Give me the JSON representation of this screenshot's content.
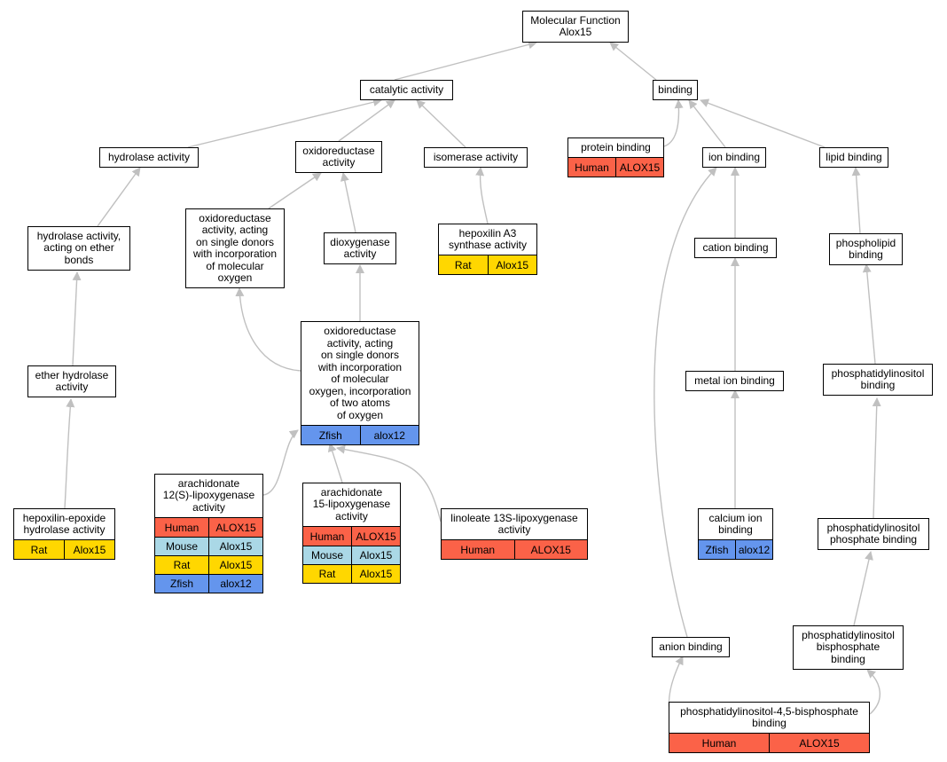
{
  "colors": {
    "Human": "#fb6248",
    "Mouse": "#aad8e6",
    "Rat": "#ffd700",
    "Zfish": "#6495ed",
    "edge": "#c0c0c0"
  },
  "nodes": {
    "mf": {
      "label": "Molecular Function\nAlox15",
      "annotations": []
    },
    "catalytic": {
      "label": "catalytic activity",
      "annotations": []
    },
    "binding": {
      "label": "binding",
      "annotations": []
    },
    "hydrolase": {
      "label": "hydrolase activity",
      "annotations": []
    },
    "oxidoreductase": {
      "label": "oxidoreductase\nactivity",
      "annotations": []
    },
    "isomerase": {
      "label": "isomerase activity",
      "annotations": []
    },
    "protein_binding": {
      "label": "protein binding",
      "annotations": [
        {
          "species": "Human",
          "gene": "ALOX15"
        }
      ]
    },
    "ion_binding": {
      "label": "ion binding",
      "annotations": []
    },
    "lipid_binding": {
      "label": "lipid binding",
      "annotations": []
    },
    "hydrolase_ether": {
      "label": "hydrolase activity,\nacting on ether\nbonds",
      "annotations": []
    },
    "oxido_single": {
      "label": "oxidoreductase\nactivity, acting\non single donors\nwith incorporation\nof molecular\noxygen",
      "annotations": []
    },
    "dioxygenase": {
      "label": "dioxygenase\nactivity",
      "annotations": []
    },
    "hepoxilin_a3": {
      "label": "hepoxilin A3\nsynthase activity",
      "annotations": [
        {
          "species": "Rat",
          "gene": "Alox15"
        }
      ]
    },
    "cation_binding": {
      "label": "cation binding",
      "annotations": []
    },
    "phospholipid_binding": {
      "label": "phospholipid\nbinding",
      "annotations": []
    },
    "oxido_two_atoms": {
      "label": "oxidoreductase\nactivity, acting\non single donors\nwith incorporation\nof molecular\noxygen, incorporation\nof two atoms\nof oxygen",
      "annotations": [
        {
          "species": "Zfish",
          "gene": "alox12"
        }
      ]
    },
    "ether_hydrolase": {
      "label": "ether hydrolase\nactivity",
      "annotations": []
    },
    "metal_ion_binding": {
      "label": "metal ion binding",
      "annotations": []
    },
    "pi_binding": {
      "label": "phosphatidylinositol\nbinding",
      "annotations": []
    },
    "arach_12s": {
      "label": "arachidonate\n12(S)-lipoxygenase\nactivity",
      "annotations": [
        {
          "species": "Human",
          "gene": "ALOX15"
        },
        {
          "species": "Mouse",
          "gene": "Alox15"
        },
        {
          "species": "Rat",
          "gene": "Alox15"
        },
        {
          "species": "Zfish",
          "gene": "alox12"
        }
      ]
    },
    "arach_15": {
      "label": "arachidonate\n15-lipoxygenase\nactivity",
      "annotations": [
        {
          "species": "Human",
          "gene": "ALOX15"
        },
        {
          "species": "Mouse",
          "gene": "Alox15"
        },
        {
          "species": "Rat",
          "gene": "Alox15"
        }
      ]
    },
    "linoleate": {
      "label": "linoleate 13S-lipoxygenase\nactivity",
      "annotations": [
        {
          "species": "Human",
          "gene": "ALOX15"
        }
      ]
    },
    "hepoxilin_epoxide": {
      "label": "hepoxilin-epoxide\nhydrolase activity",
      "annotations": [
        {
          "species": "Rat",
          "gene": "Alox15"
        }
      ]
    },
    "calcium_ion": {
      "label": "calcium ion\nbinding",
      "annotations": [
        {
          "species": "Zfish",
          "gene": "alox12"
        }
      ]
    },
    "pi_phosphate": {
      "label": "phosphatidylinositol\nphosphate binding",
      "annotations": []
    },
    "anion_binding": {
      "label": "anion binding",
      "annotations": []
    },
    "pi_bisphosphate": {
      "label": "phosphatidylinositol\nbisphosphate\nbinding",
      "annotations": []
    },
    "pip2": {
      "label": "phosphatidylinositol-4,5-bisphosphate\nbinding",
      "annotations": [
        {
          "species": "Human",
          "gene": "ALOX15"
        }
      ]
    }
  },
  "edges": [
    {
      "from": "catalytic",
      "to": "mf"
    },
    {
      "from": "binding",
      "to": "mf"
    },
    {
      "from": "hydrolase",
      "to": "catalytic"
    },
    {
      "from": "oxidoreductase",
      "to": "catalytic"
    },
    {
      "from": "isomerase",
      "to": "catalytic"
    },
    {
      "from": "protein_binding",
      "to": "binding"
    },
    {
      "from": "ion_binding",
      "to": "binding"
    },
    {
      "from": "lipid_binding",
      "to": "binding"
    },
    {
      "from": "hydrolase_ether",
      "to": "hydrolase"
    },
    {
      "from": "oxido_single",
      "to": "oxidoreductase"
    },
    {
      "from": "dioxygenase",
      "to": "oxidoreductase"
    },
    {
      "from": "hepoxilin_a3",
      "to": "isomerase"
    },
    {
      "from": "cation_binding",
      "to": "ion_binding"
    },
    {
      "from": "anion_binding",
      "to": "ion_binding"
    },
    {
      "from": "phospholipid_binding",
      "to": "lipid_binding"
    },
    {
      "from": "oxido_two_atoms",
      "to": "oxido_single"
    },
    {
      "from": "oxido_two_atoms",
      "to": "dioxygenase"
    },
    {
      "from": "ether_hydrolase",
      "to": "hydrolase_ether"
    },
    {
      "from": "metal_ion_binding",
      "to": "cation_binding"
    },
    {
      "from": "pi_binding",
      "to": "phospholipid_binding"
    },
    {
      "from": "arach_12s",
      "to": "oxido_two_atoms"
    },
    {
      "from": "arach_15",
      "to": "oxido_two_atoms"
    },
    {
      "from": "linoleate",
      "to": "oxido_two_atoms"
    },
    {
      "from": "hepoxilin_epoxide",
      "to": "ether_hydrolase"
    },
    {
      "from": "calcium_ion",
      "to": "metal_ion_binding"
    },
    {
      "from": "pi_phosphate",
      "to": "pi_binding"
    },
    {
      "from": "pi_bisphosphate",
      "to": "pi_phosphate"
    },
    {
      "from": "pip2",
      "to": "anion_binding"
    },
    {
      "from": "pip2",
      "to": "pi_bisphosphate"
    }
  ]
}
